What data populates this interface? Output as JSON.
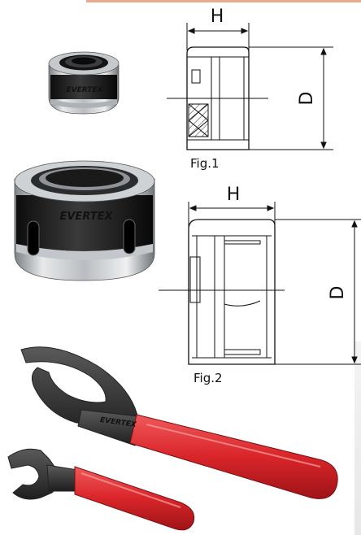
{
  "figures": [
    {
      "caption": "Fig.1",
      "height_label": "H",
      "diameter_label": "D"
    },
    {
      "caption": "Fig.2",
      "height_label": "H",
      "diameter_label": "D"
    }
  ],
  "products": {
    "small_nut": {
      "brand": "EVERTEX"
    },
    "large_nut": {
      "brand": "EVERTEX"
    },
    "hook_wrench": {
      "brand": "EVERTEX"
    }
  },
  "colors": {
    "wrench_handle": "#d9252a",
    "nut_steel": "#c9ccd0",
    "nut_band": "#1c1c1c"
  }
}
